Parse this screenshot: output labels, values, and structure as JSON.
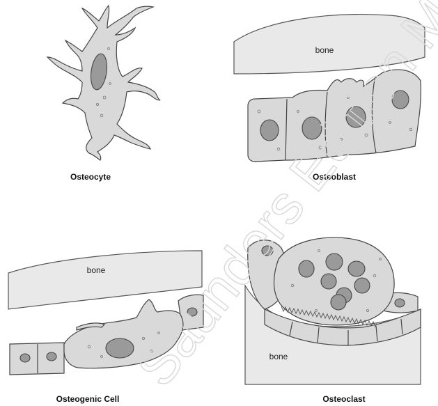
{
  "panels": {
    "osteocyte": {
      "caption": "Osteocyte"
    },
    "osteoblast": {
      "caption": "Osteoblast",
      "bone_label": "bone"
    },
    "osteogenic": {
      "caption": "Osteogenic Cell",
      "bone_label": "bone"
    },
    "osteoclast": {
      "caption": "Osteoclast",
      "bone_label": "bone"
    }
  },
  "watermark": "Saunders Edition Media",
  "colors": {
    "cytoplasm": "#d9d9d9",
    "nucleus": "#9a9a9a",
    "bone": "#e9e9e9",
    "outline": "#444444"
  }
}
